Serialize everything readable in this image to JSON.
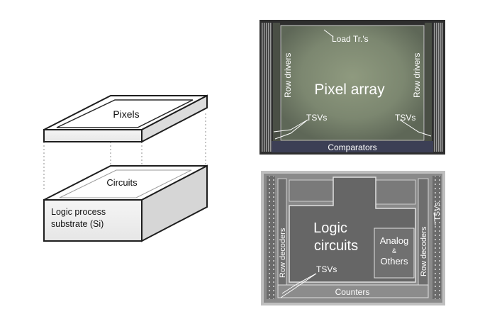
{
  "stack": {
    "pixels_label": "Pixels",
    "circuits_label": "Circuits",
    "substrate_label_line1": "Logic process",
    "substrate_label_line2": "substrate (Si)"
  },
  "top_die": {
    "load_label": "Load Tr.'s",
    "pixel_array_label": "Pixel array",
    "row_drivers_left": "Row drivers",
    "row_drivers_right": "Row drivers",
    "tsv_left": "TSVs",
    "tsv_right": "TSVs",
    "comparators_label": "Comparators"
  },
  "bottom_die": {
    "logic_line1": "Logic",
    "logic_line2": "circuits",
    "analog_label": "Analog",
    "amp_label": "&",
    "others_label": "Others",
    "row_decoders_left": "Row decoders",
    "row_decoders_right": "Row decoders",
    "tsvs_right": "TSVs",
    "tsvs_center": "TSVs",
    "counters_label": "Counters"
  },
  "colors": {
    "die_top_bg": "#7f8a72",
    "die_bottom_bg": "#5f5f5f",
    "outline": "#1e1e1e",
    "label_on_die": "#ffffff"
  }
}
